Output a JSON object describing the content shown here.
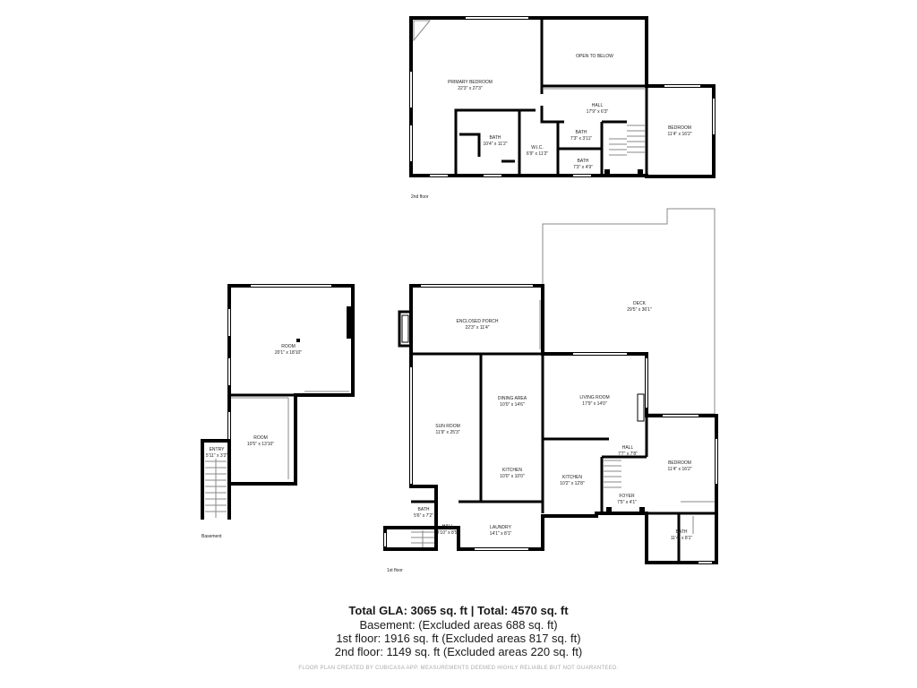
{
  "floors": {
    "second": {
      "label": "2nd floor",
      "rooms": [
        {
          "name": "PRIMARY BEDROOM",
          "dims": "22'3\" x 27'3\""
        },
        {
          "name": "OPEN TO BELOW",
          "dims": ""
        },
        {
          "name": "HALL",
          "dims": "17'9\" x 6'3\""
        },
        {
          "name": "BEDROOM",
          "dims": "11'4\" x 16'2\""
        },
        {
          "name": "BATH",
          "dims": "10'4\" x 11'2\""
        },
        {
          "name": "W.I.C.",
          "dims": "6'9\" x 11'2\""
        },
        {
          "name": "BATH",
          "dims": "7'3\" x 3'11\""
        },
        {
          "name": "BATH",
          "dims": "7'3\" x 4'9\""
        }
      ]
    },
    "basement": {
      "label": "Basement",
      "rooms": [
        {
          "name": "ROOM",
          "dims": "20'1\" x 18'10\""
        },
        {
          "name": "ROOM",
          "dims": "10'5\" x 13'10\""
        },
        {
          "name": "ENTRY",
          "dims": "5'11\" x 3'2\""
        }
      ]
    },
    "first": {
      "label": "1st floor",
      "rooms": [
        {
          "name": "DECK",
          "dims": "29'5\" x 36'1\""
        },
        {
          "name": "ENCLOSED PORCH",
          "dims": "22'3\" x 11'4\""
        },
        {
          "name": "DINING AREA",
          "dims": "10'0\" x 14'6\""
        },
        {
          "name": "LIVING ROOM",
          "dims": "17'9\" x 14'0\""
        },
        {
          "name": "SUN ROOM",
          "dims": "11'9\" x 25'3\""
        },
        {
          "name": "KITCHEN",
          "dims": "10'0\" x 10'0\""
        },
        {
          "name": "KITCHEN",
          "dims": "10'2\" x 12'8\""
        },
        {
          "name": "HALL",
          "dims": "7'7\" x 7'8\""
        },
        {
          "name": "BEDROOM",
          "dims": "11'4\" x 16'2\""
        },
        {
          "name": "FOYER",
          "dims": "7'5\" x 4'1\""
        },
        {
          "name": "BATH",
          "dims": "5'6\" x 7'2\""
        },
        {
          "name": "HALL",
          "dims": "3'10\" x 8'5\""
        },
        {
          "name": "LAUNDRY",
          "dims": "14'1\" x 8'1\""
        },
        {
          "name": "BATH",
          "dims": "11'4\" x 8'1\""
        }
      ]
    }
  },
  "summary": {
    "total": "Total GLA: 3065 sq. ft | Total: 4570 sq. ft",
    "basement": "Basement: (Excluded areas 688 sq. ft)",
    "first": "1st floor: 1916 sq. ft (Excluded areas 817 sq. ft)",
    "second": "2nd floor: 1149 sq. ft (Excluded areas 220 sq. ft)"
  },
  "disclaimer": "FLOOR PLAN CREATED BY CUBICASA APP. MEASUREMENTS DEEMED HIGHLY RELIABLE BUT NOT GUARANTEED."
}
